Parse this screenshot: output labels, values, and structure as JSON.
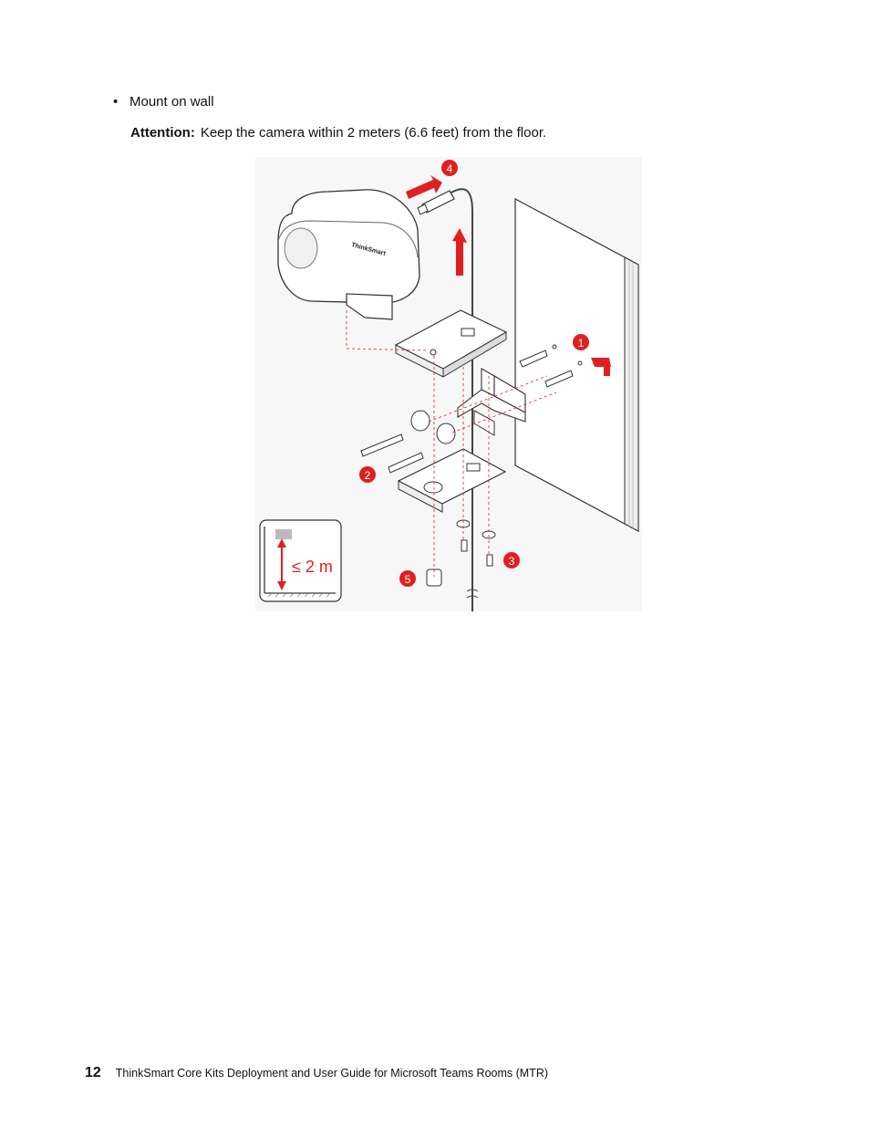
{
  "content": {
    "bullet": "•",
    "bullet_text": "Mount on wall",
    "attention_label": "Attention:",
    "attention_text": "Keep the camera within 2 meters (6.6 feet) from the floor."
  },
  "figure": {
    "height_limit": "≤ 2 m",
    "brand_text": "ThinkSmart",
    "steps": [
      "1",
      "2",
      "3",
      "4",
      "5"
    ],
    "accent_color": "#e02020"
  },
  "footer": {
    "page_number": "12",
    "title": "ThinkSmart Core Kits Deployment and User Guide for Microsoft Teams Rooms (MTR)"
  }
}
